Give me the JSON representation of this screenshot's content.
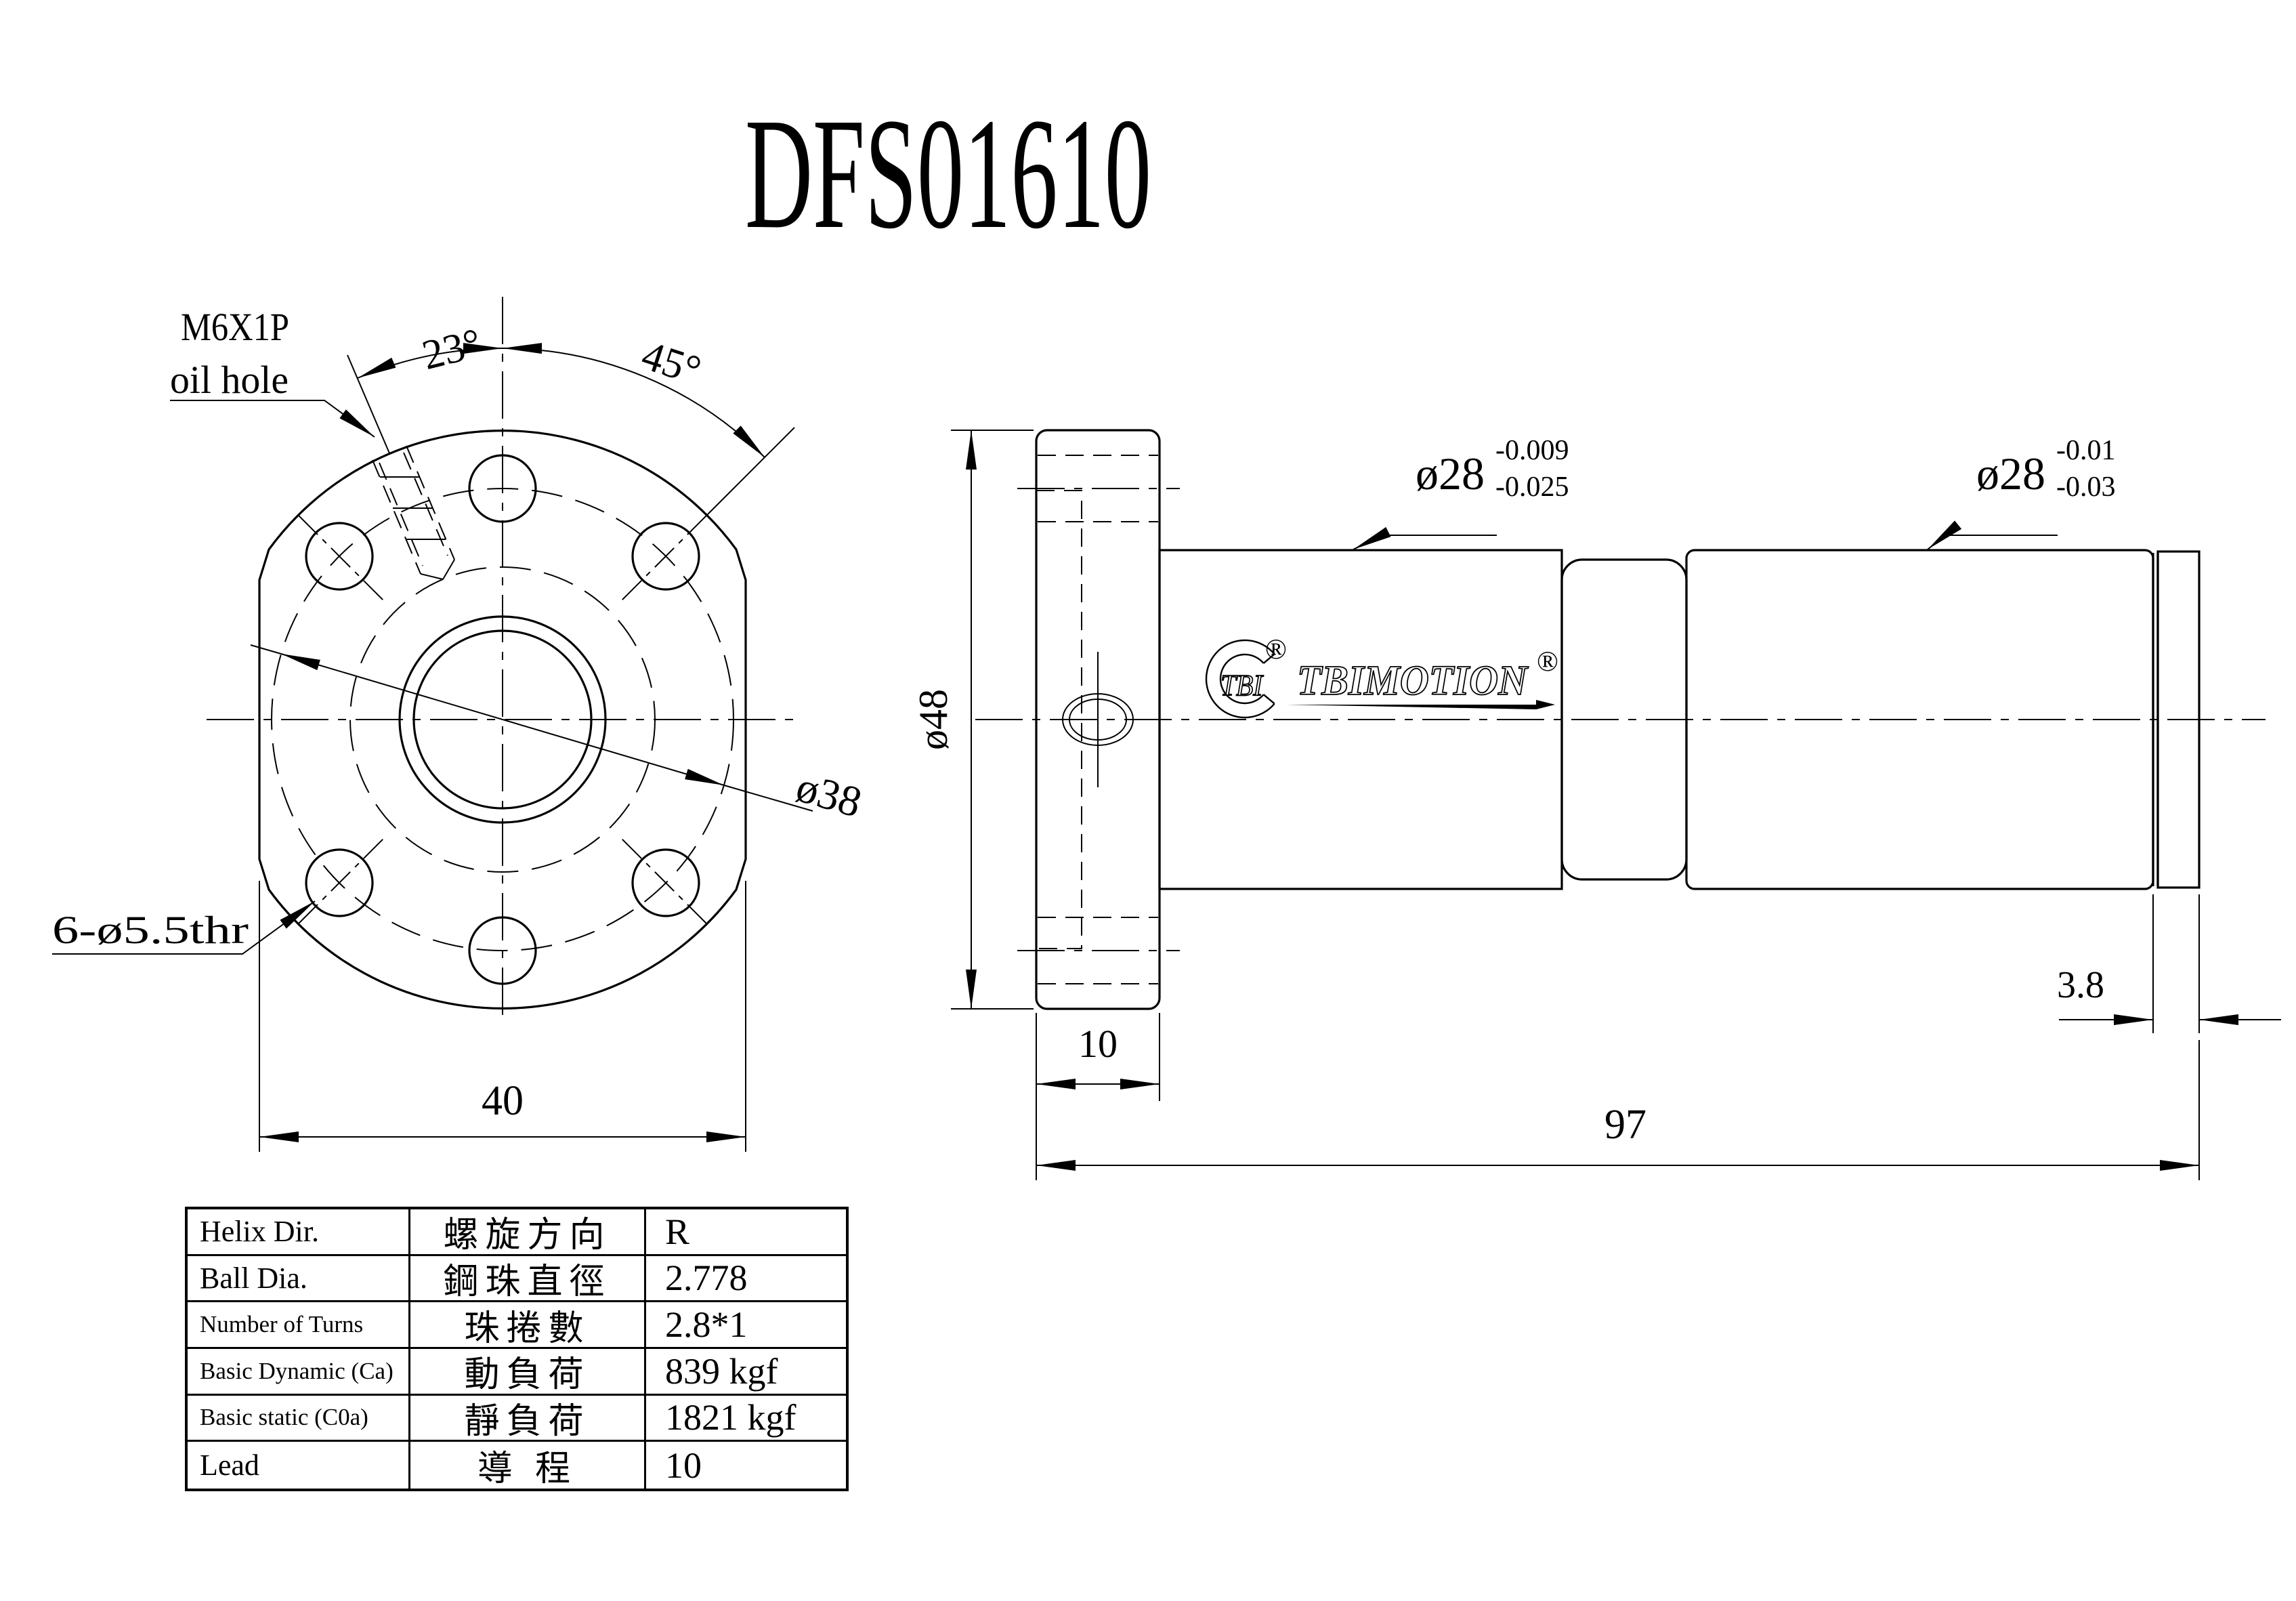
{
  "title": "DFS01610",
  "front_view": {
    "m6_label": "M6X1P",
    "oil_hole_label": "oil hole",
    "angle_small": "23°",
    "angle_large": "45°",
    "bcd_label": "ø38",
    "bolt_holes_label": "6-ø5.5thr",
    "width_label": "40"
  },
  "side_view": {
    "od_label": "ø48",
    "flange_width_label": "10",
    "overall_length_label": "97",
    "end_groove_label": "3.8",
    "dia_left": {
      "nominal": "ø28",
      "tol_upper": "-0.009",
      "tol_lower": "-0.025"
    },
    "dia_right": {
      "nominal": "ø28",
      "tol_upper": "-0.01",
      "tol_lower": "-0.03"
    },
    "logo": {
      "tbi": "TBI",
      "brand": "TBIMOTION",
      "registered": "®"
    }
  },
  "spec_table": {
    "rows": [
      {
        "en": "Helix  Dir.",
        "zh": "螺旋方向",
        "value": "R"
      },
      {
        "en": "Ball Dia.",
        "zh": "鋼珠直徑",
        "value": "2.778"
      },
      {
        "en": "Number of Turns",
        "zh": "珠捲數",
        "value": "2.8*1"
      },
      {
        "en": "Basic Dynamic (Ca)",
        "zh": "動負荷",
        "value": "839 kgf"
      },
      {
        "en": "Basic static (C0a)",
        "zh": "靜負荷",
        "value": "1821 kgf"
      },
      {
        "en": "Lead",
        "zh": "導  程",
        "value": "10"
      }
    ]
  }
}
